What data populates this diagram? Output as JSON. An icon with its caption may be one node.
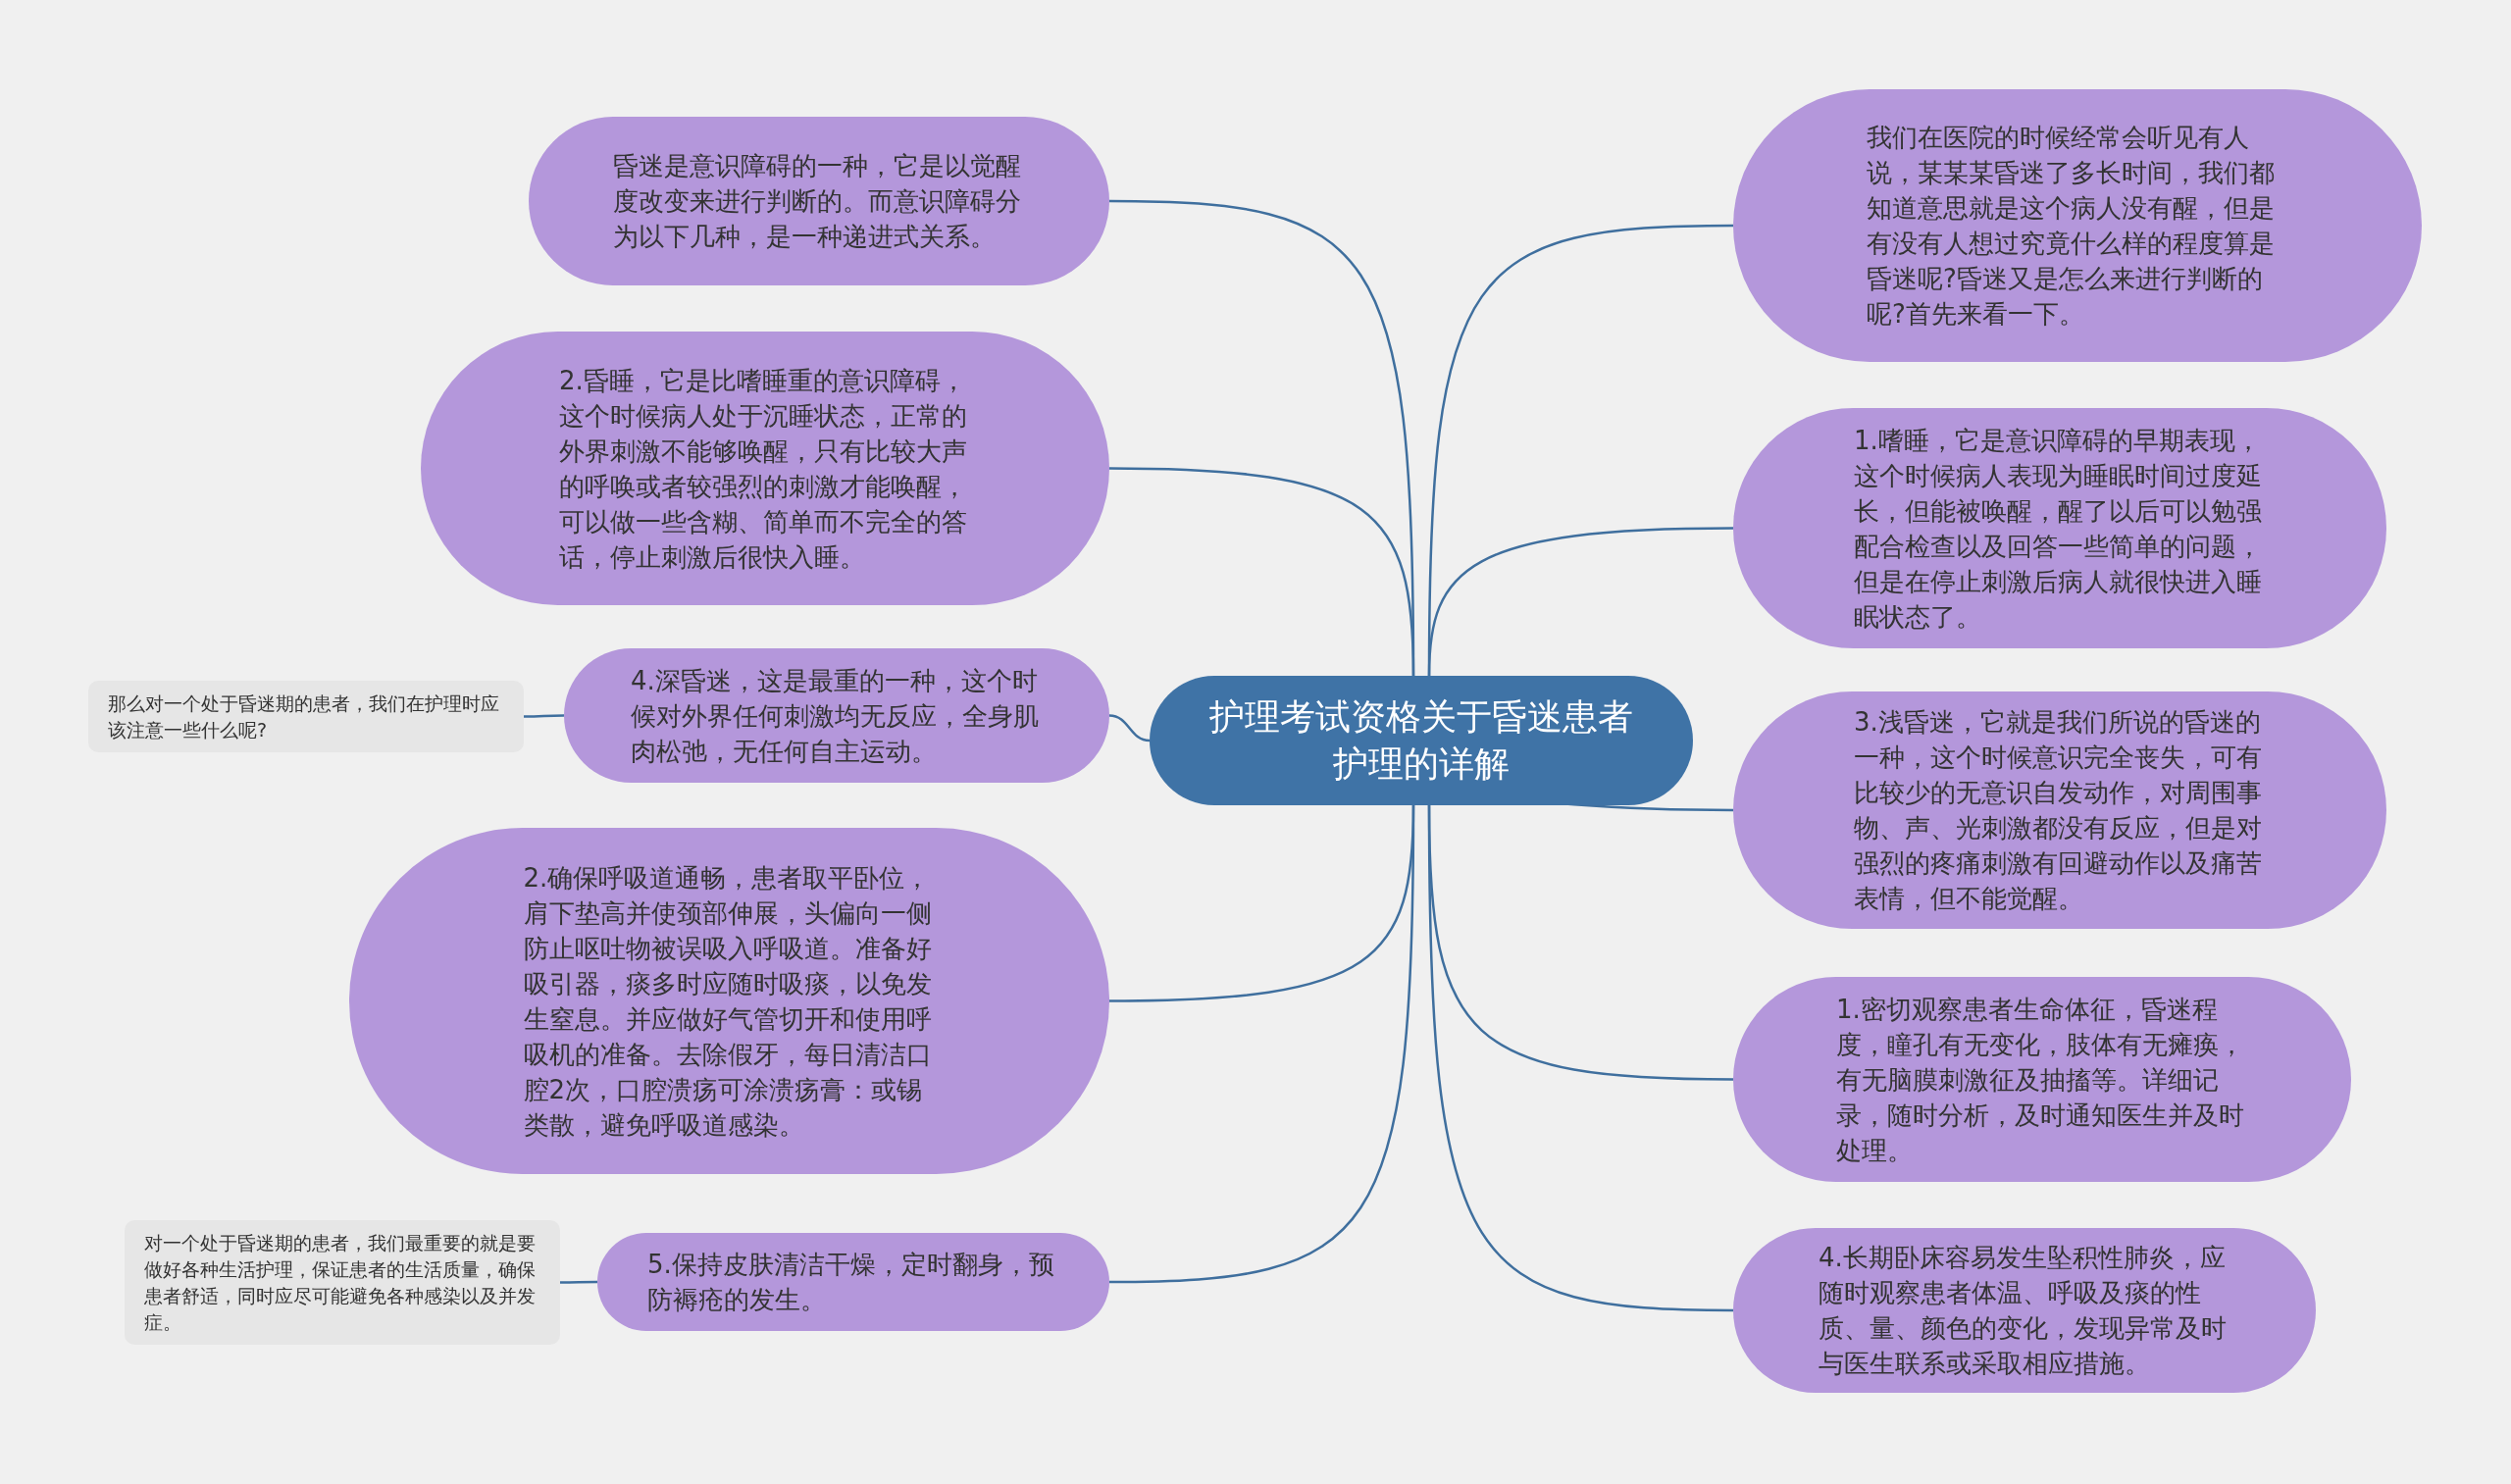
{
  "diagram": {
    "nodes": [
      {
        "text": [
          "护理考试资格关于昏迷患者护理的详解"
        ]
      },
      {
        "text": [
          "昏迷是意识障碍的一种，它是以觉醒度改变来进行判断的。而意识障碍分为以下几种，是一种递进式关系。"
        ]
      },
      {
        "text": [
          "2.昏睡，它是比嗜睡重的意识障碍，这个时候病人处于沉睡状态，正常的外界刺激不能够唤醒，只有比较大声的呼唤或者较强烈的刺激才能唤醒，可以做一些含糊、简单而不完全的答话，停止刺激后很快入睡。"
        ]
      },
      {
        "text": [
          "4.深昏迷，这是最重的一种，这个时候对外界任何刺激均无反应，全身肌肉松弛，无任何自主运动。"
        ]
      },
      {
        "text": [
          "那么对一个处于昏迷期的患者，我们在护理时应该注意一些什么呢?"
        ]
      },
      {
        "text": [
          "2.确保呼吸道通畅，患者取平卧位，肩下垫高并使颈部伸展，头偏向一侧防止呕吐物被误吸入呼吸道。准备好吸引器，痰多时应随时吸痰，以免发生窒息。并应做好气管切开和使用呼吸机的准备。去除假牙，每日清洁口腔2次，口腔溃疡可涂溃疡膏：或锡类散，避免呼吸道感染。"
        ]
      },
      {
        "text": [
          "5.保持皮肤清洁干燥，定时翻身，预防褥疮的发生。"
        ]
      },
      {
        "text": [
          "对一个处于昏迷期的患者，我们最重要的就是要做好各种生活护理，保证患者的生活质量，确保患者舒适，同时应尽可能避免各种感染以及并发症。"
        ]
      },
      {
        "text": [
          "我们在医院的时候经常会听见有人说，某某某昏迷了多长时间，我们都知道意思就是这个病人没有醒，但是有没有人想过究竟什么样的程度算是昏迷呢?昏迷又是怎么来进行判断的呢?首先来看一下。"
        ]
      },
      {
        "text": [
          "1.嗜睡，它是意识障碍的早期表现，这个时候病人表现为睡眠时间过度延长，但能被唤醒，醒了以后可以勉强配合检查以及回答一些简单的问题，但是在停止刺激后病人就很快进入睡眠状态了。"
        ]
      },
      {
        "text": [
          "3.浅昏迷，它就是我们所说的昏迷的一种，这个时候意识完全丧失，可有比较少的无意识自发动作，对周围事物、声、光刺激都没有反应，但是对强烈的疼痛刺激有回避动作以及痛苦表情，但不能觉醒。"
        ]
      },
      {
        "text": [
          "1.密切观察患者生命体征，昏迷程度，瞳孔有无变化，肢体有无瘫痪，有无脑膜刺激征及抽搐等。详细记录，随时分析，及时通知医生并及时处理。"
        ]
      },
      {
        "text": [
          "4.长期卧床容易发生坠积性肺炎，应随时观察患者体温、呼吸及痰的性质、量、颜色的变化，发现异常及时与医生联系或采取相应措施。"
        ]
      }
    ],
    "edges": [
      {
        "from": 0,
        "to": 1,
        "arrow": "none"
      },
      {
        "from": 0,
        "to": 2,
        "arrow": "none"
      },
      {
        "from": 0,
        "to": 3,
        "arrow": "none"
      },
      {
        "from": 3,
        "to": 4,
        "arrow": "none"
      },
      {
        "from": 0,
        "to": 5,
        "arrow": "none"
      },
      {
        "from": 0,
        "to": 6,
        "arrow": "none"
      },
      {
        "from": 6,
        "to": 7,
        "arrow": "none"
      },
      {
        "from": 0,
        "to": 8,
        "arrow": "none"
      },
      {
        "from": 0,
        "to": 9,
        "arrow": "none"
      },
      {
        "from": 0,
        "to": 10,
        "arrow": "none"
      },
      {
        "from": 0,
        "to": 11,
        "arrow": "none"
      },
      {
        "from": 0,
        "to": 12,
        "arrow": "none"
      }
    ]
  }
}
